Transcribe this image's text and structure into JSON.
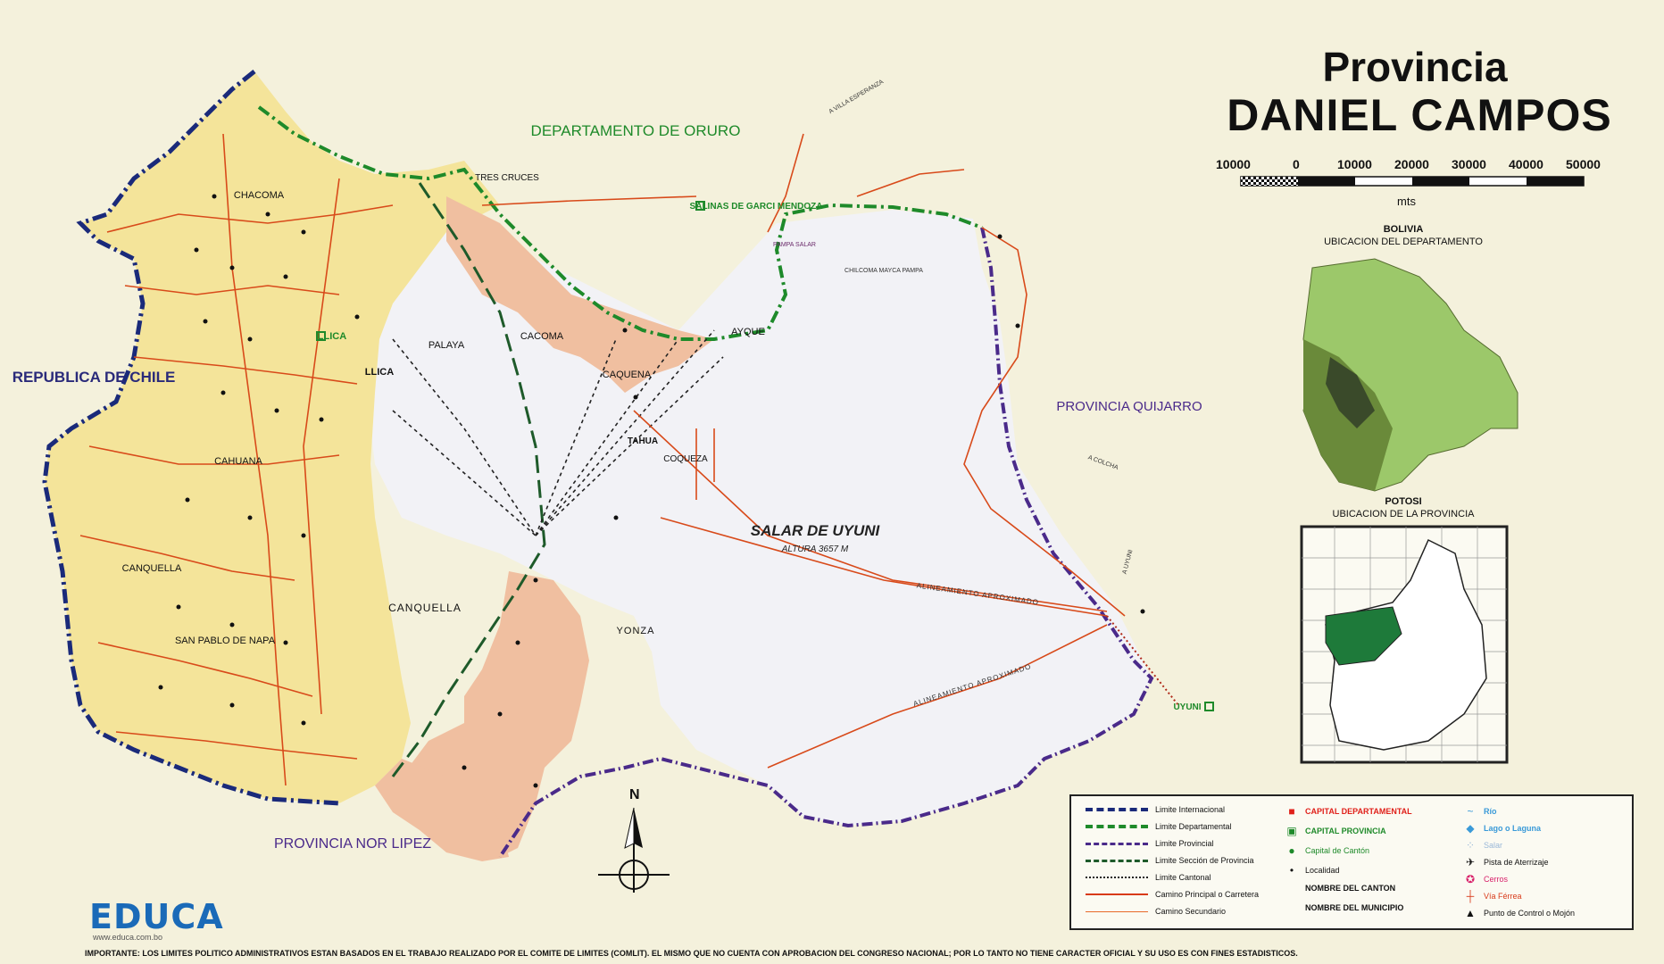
{
  "title": {
    "line1": "Provincia",
    "line2": "DANIEL CAMPOS"
  },
  "scale": {
    "labels": [
      "10000",
      "0",
      "10000",
      "20000",
      "30000",
      "40000",
      "50000"
    ],
    "unit": "mts"
  },
  "insets": {
    "bolivia": {
      "title": "BOLIVIA",
      "subtitle": "UBICACION DEL DEPARTAMENTO"
    },
    "potosi": {
      "title": "POTOSI",
      "subtitle": "UBICACION DE LA PROVINCIA"
    }
  },
  "regions": {
    "chile": "REPUBLICA DE CHILE",
    "oruro": "DEPARTAMENTO DE ORURO",
    "quijarro": "PROVINCIA QUIJARRO",
    "nor_lipez": "PROVINCIA NOR LIPEZ",
    "salar": "SALAR DE UYUNI",
    "salar_altitude": "ALTURA 3657 M"
  },
  "places": {
    "tres_cruces": "TRES CRUCES",
    "chacoma": "CHACOMA",
    "llica_capital": "LLICA",
    "llica": "LLICA",
    "palaya": "PALAYA",
    "cacoma": "CACOMA",
    "ayque": "AYQUE",
    "caquena": "CAQUENA",
    "tahua": "TAHUA",
    "coqueza": "COQUEZA",
    "cahuana": "CAHUANA",
    "canquella_w": "CANQUELLA",
    "canquella": "CANQUELLA",
    "san_pablo": "SAN PABLO DE NAPA",
    "yonza": "YONZA",
    "salinas": "SALINAS DE GARCI MENDOZA",
    "uyuni": "UYUNI",
    "pampa_salar": "PAMPA SALAR",
    "chilcoma": "CHILCOMA MAYCA PAMPA",
    "alineamiento": "ALINEAMIENTO APROXIMADO",
    "villa_esperanza": "A VILLA ESPERANZA",
    "a_uyuni": "A UYUNI",
    "a_colcha": "A COLCHA"
  },
  "compass": {
    "north": "N"
  },
  "legend": {
    "left": [
      {
        "label": "Limite Internacional",
        "color": "#1a2a7a",
        "style": "intl"
      },
      {
        "label": "Limite Departamental",
        "color": "#1e8a2a",
        "style": "dept"
      },
      {
        "label": "Limite Provincial",
        "color": "#4a2a8a",
        "style": "prov"
      },
      {
        "label": "Limite Sección de Provincia",
        "color": "#1e5a2a",
        "style": "sec"
      },
      {
        "label": "Limite Cantonal",
        "color": "#222222",
        "style": "cant"
      },
      {
        "label": "Camino Principal o Carretera",
        "color": "#d83a1a",
        "style": "road1"
      },
      {
        "label": "Camino Secundario",
        "color": "#e86a2a",
        "style": "road2"
      }
    ],
    "middle": [
      {
        "label": "CAPITAL DEPARTAMENTAL",
        "color": "#e0201a",
        "icon": "■"
      },
      {
        "label": "CAPITAL PROVINCIA",
        "color": "#1e8a2a",
        "icon": "▣"
      },
      {
        "label": "Capital de Cantón",
        "color": "#1e8a2a",
        "icon": "●"
      },
      {
        "label": "Localidad",
        "color": "#111111",
        "icon": "•"
      },
      {
        "label": "NOMBRE DEL CANTON",
        "color": "#111111",
        "icon": ""
      },
      {
        "label": "NOMBRE DEL MUNICIPIO",
        "color": "#111111",
        "icon": ""
      }
    ],
    "right": [
      {
        "label": "Río",
        "color": "#3a9ad8",
        "icon": "~"
      },
      {
        "label": "Lago o Laguna",
        "color": "#3a9ad8",
        "icon": "◆"
      },
      {
        "label": "Salar",
        "color": "#9ab8d8",
        "icon": "⁘"
      },
      {
        "label": "Pista de Aterrizaje",
        "color": "#111111",
        "icon": "✈"
      },
      {
        "label": "Cerros",
        "color": "#d8206a",
        "icon": "✪"
      },
      {
        "label": "Vía Férrea",
        "color": "#d83a1a",
        "icon": "┼"
      },
      {
        "label": "Punto de Control o Mojón",
        "color": "#111111",
        "icon": "▲"
      }
    ]
  },
  "footer": "IMPORTANTE: LOS LIMITES POLITICO ADMINISTRATIVOS ESTAN BASADOS EN EL TRABAJO REALIZADO POR EL COMITE DE LIMITES (COMLIT). EL MISMO QUE NO CUENTA CON APROBACION DEL CONGRESO NACIONAL; POR LO TANTO NO TIENE CARACTER OFICIAL Y SU USO ES CON FINES ESTADISTICOS.",
  "logo": {
    "text": "EDUCA",
    "url": "www.educa.com.bo"
  }
}
